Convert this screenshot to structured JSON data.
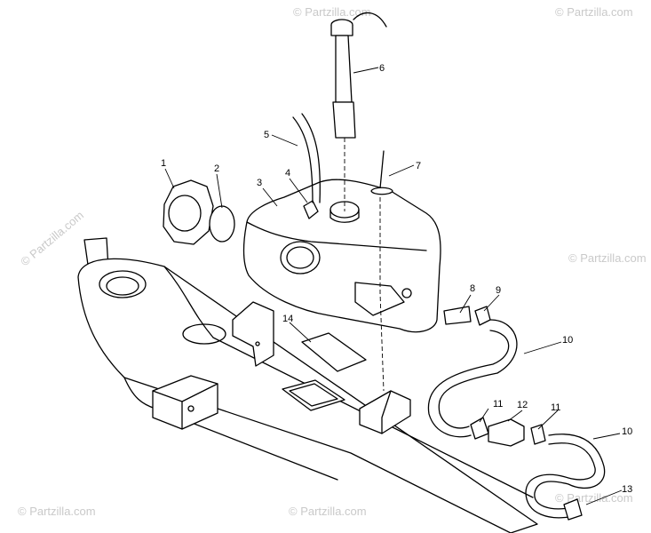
{
  "watermark": "© Partzilla.com",
  "parts": [
    {
      "number": "1"
    },
    {
      "number": "2"
    },
    {
      "number": "3"
    },
    {
      "number": "4"
    },
    {
      "number": "5"
    },
    {
      "number": "6"
    },
    {
      "number": "7"
    },
    {
      "number": "8"
    },
    {
      "number": "9"
    },
    {
      "number": "10"
    },
    {
      "number": "10"
    },
    {
      "number": "11"
    },
    {
      "number": "11"
    },
    {
      "number": "12"
    },
    {
      "number": "13"
    },
    {
      "number": "14"
    }
  ]
}
